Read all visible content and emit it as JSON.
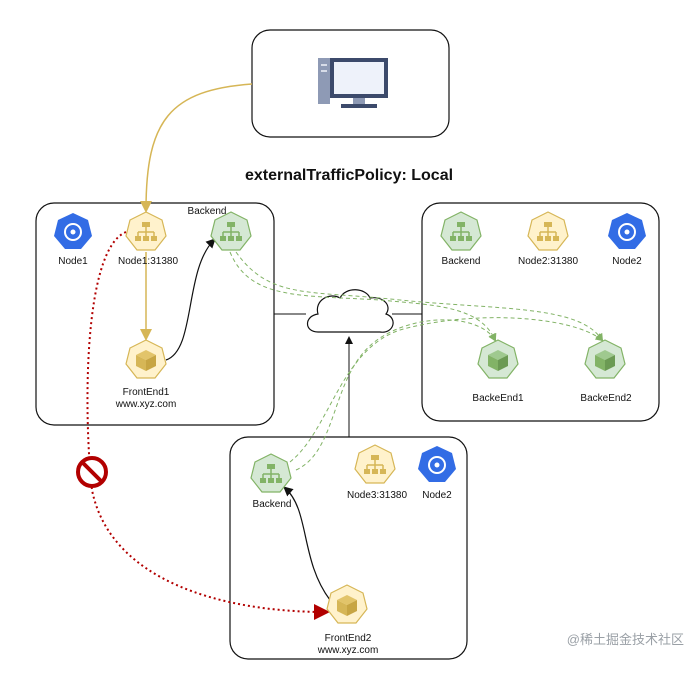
{
  "title": "externalTrafficPolicy: Local",
  "client": {
    "icon": "desktop-computer-icon"
  },
  "node_left": {
    "k8s_label": "Node1",
    "port_label": "Node1:31380",
    "backend_label": "Backend",
    "frontend_name": "FrontEnd1",
    "frontend_url": "www.xyz.com"
  },
  "node_right": {
    "backend_label": "Backend",
    "port_label": "Node2:31380",
    "k8s_label": "Node2",
    "pod1_label": "BackeEnd1",
    "pod2_label": "BackeEnd2"
  },
  "node_bottom": {
    "backend_label": "Backend",
    "port_label": "Node3:31380",
    "k8s_label": "Node2",
    "frontend_name": "FrontEnd2",
    "frontend_url": "www.xyz.com"
  },
  "blocked_icon": "no-entry-icon",
  "watermark": "@稀土掘金技术社区",
  "colors": {
    "kube_blue": "#326ce5",
    "port_yellow": "#fff2cc",
    "port_stroke": "#d6b656",
    "pod_green": "#d5e8d4",
    "pod_stroke": "#82b366",
    "traffic_gold": "#d6b656",
    "blocked_red": "#b20000"
  }
}
